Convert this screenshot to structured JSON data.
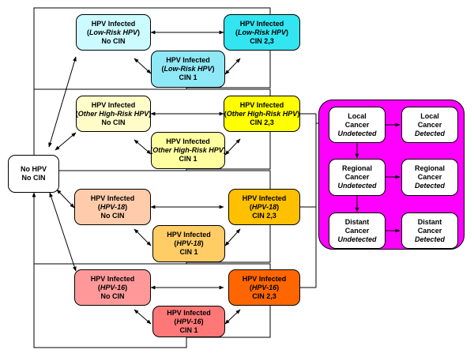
{
  "no_hpv": {
    "line1": "No HPV",
    "line2": "No CIN"
  },
  "groups": [
    {
      "key": "low-risk",
      "no_cin": {
        "title": "HPV Infected",
        "type": "Low-Risk HPV",
        "stage": "No CIN"
      },
      "cin23": {
        "title": "HPV Infected",
        "type": "Low-Risk HPV",
        "stage": "CIN 2,3"
      },
      "cin1": {
        "title": "HPV Infected",
        "type": "Low-Risk HPV",
        "stage": "CIN 1"
      },
      "colors": {
        "no_cin": "#ccfbff",
        "cin23": "#33e5f0",
        "cin1": "#8fe8f5"
      }
    },
    {
      "key": "other-high-risk",
      "no_cin": {
        "title": "HPV Infected",
        "type": "Other High-Risk HPV",
        "stage": "No CIN"
      },
      "cin23": {
        "title": "HPV Infected",
        "type": "Other High-Risk HPV",
        "stage": "CIN 2,3"
      },
      "cin1": {
        "title": "HPV Infected",
        "type": "Other High-Risk HPV",
        "stage": "CIN 1"
      },
      "colors": {
        "no_cin": "#fffcc8",
        "cin23": "#ffff00",
        "cin1": "#ffffa0"
      }
    },
    {
      "key": "hpv18",
      "no_cin": {
        "title": "HPV Infected",
        "type": "HPV-18",
        "stage": "No CIN"
      },
      "cin23": {
        "title": "HPV Infected",
        "type": "HPV-18",
        "stage": "CIN 2,3"
      },
      "cin1": {
        "title": "HPV Infected",
        "type": "HPV-18",
        "stage": "CIN 1"
      },
      "colors": {
        "no_cin": "#ffccab",
        "cin23": "#ffc000",
        "cin1": "#ffcc66"
      }
    },
    {
      "key": "hpv16",
      "no_cin": {
        "title": "HPV Infected",
        "type": "HPV-16",
        "stage": "No CIN"
      },
      "cin23": {
        "title": "HPV Infected",
        "type": "HPV-16",
        "stage": "CIN 2,3"
      },
      "cin1": {
        "title": "HPV Infected",
        "type": "HPV-16",
        "stage": "CIN 1"
      },
      "colors": {
        "no_cin": "#ff9999",
        "cin23": "#ff6600",
        "cin1": "#ff7777"
      }
    }
  ],
  "cancer": {
    "panel_color": "#ff00ff",
    "local_undetected": {
      "l1": "Local",
      "l2": "Cancer",
      "l3": "Undetected"
    },
    "local_detected": {
      "l1": "Local",
      "l2": "Cancer",
      "l3": "Detected"
    },
    "regional_undetected": {
      "l1": "Regional",
      "l2": "Cancer",
      "l3": "Undetected"
    },
    "regional_detected": {
      "l1": "Regional",
      "l2": "Cancer",
      "l3": "Detected"
    },
    "distant_undetected": {
      "l1": "Distant",
      "l2": "Cancer",
      "l3": "Undetected"
    },
    "distant_detected": {
      "l1": "Distant",
      "l2": "Cancer",
      "l3": "Detected"
    }
  }
}
